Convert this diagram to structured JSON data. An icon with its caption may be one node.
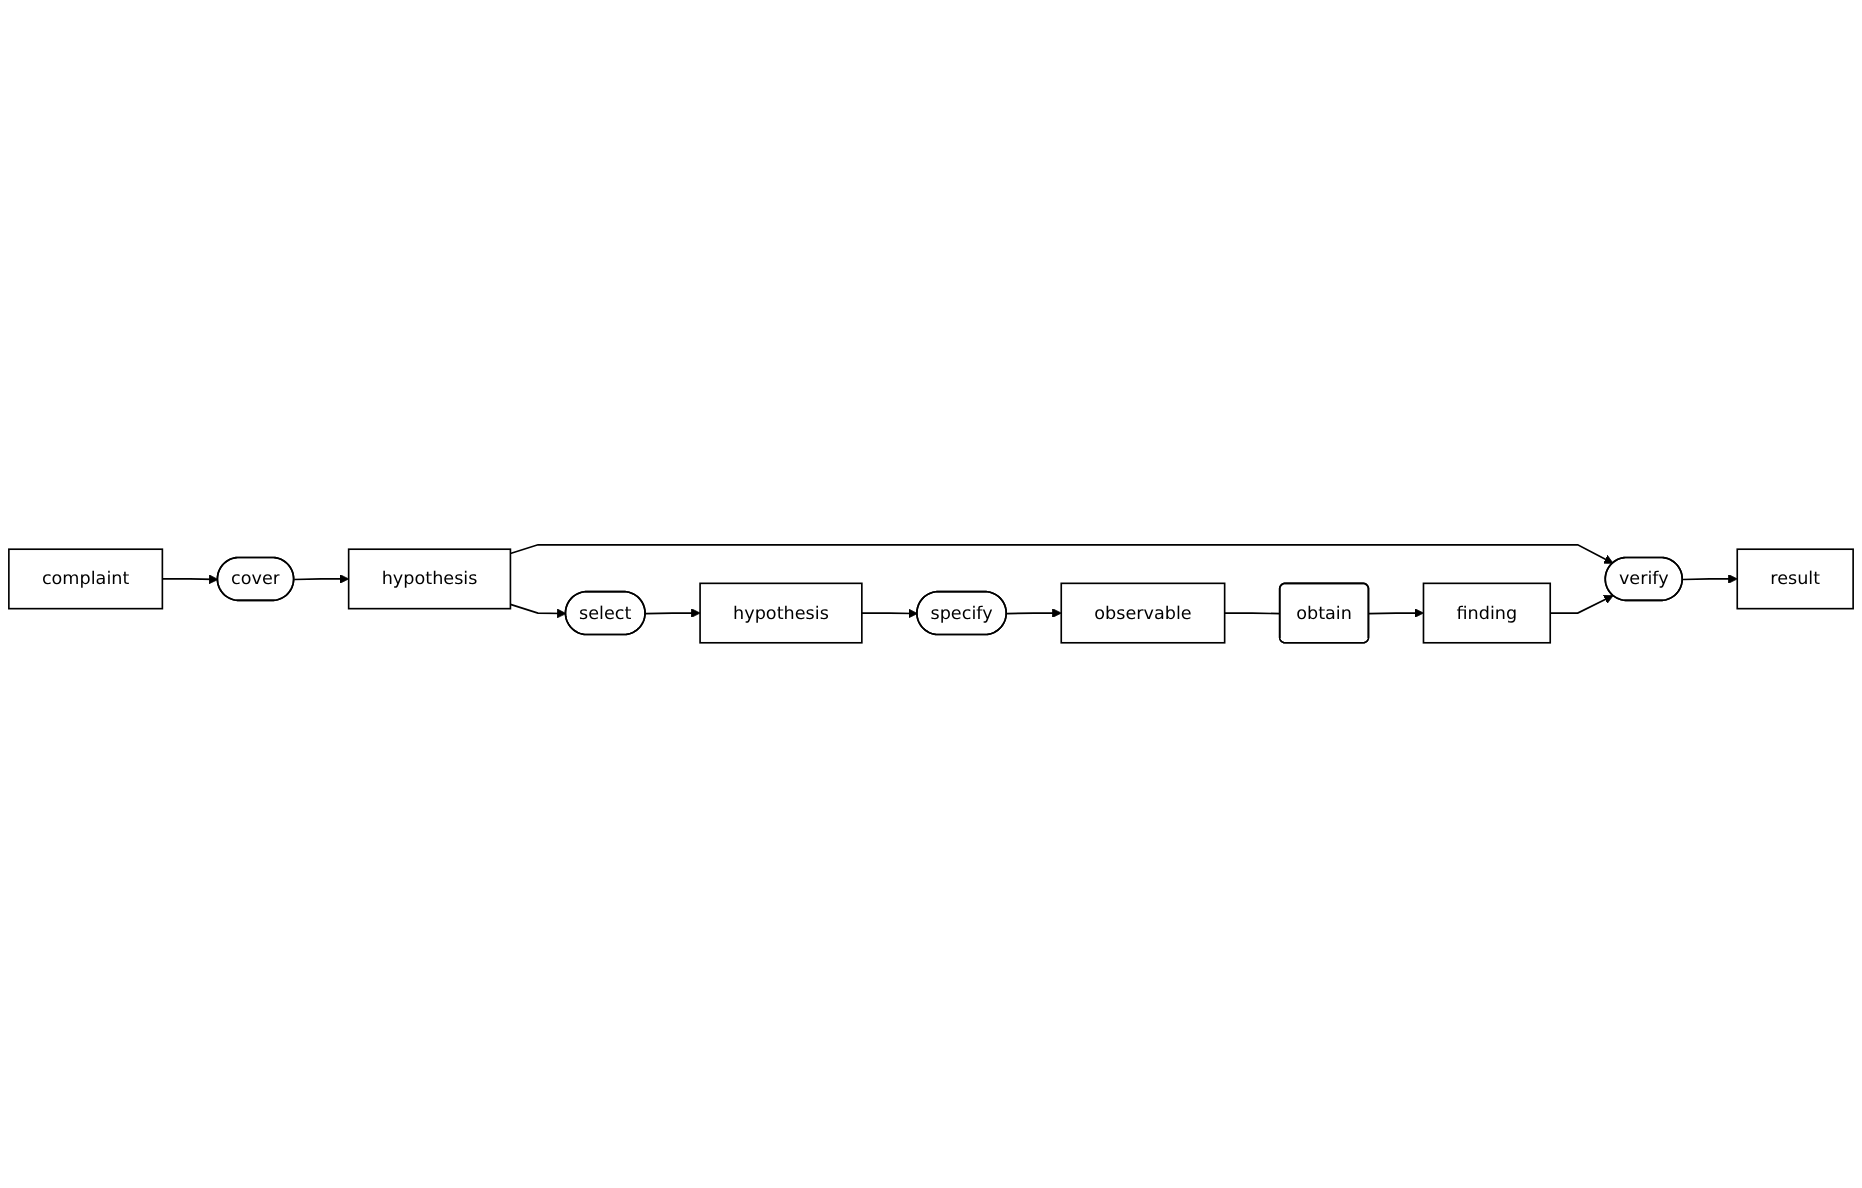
{
  "diagram": {
    "nodes": [
      {
        "text": [
          "hypothesis"
        ]
      },
      {
        "text": [
          "specify"
        ]
      },
      {
        "text": [
          "observable"
        ]
      },
      {
        "text": [
          "complaint"
        ]
      },
      {
        "text": [
          "select"
        ]
      },
      {
        "text": [
          "obtain"
        ]
      },
      {
        "text": [
          "cover"
        ]
      },
      {
        "text": [
          "hypothesis"
        ]
      },
      {
        "text": [
          "verify"
        ]
      },
      {
        "text": [
          "finding"
        ]
      },
      {
        "text": [
          "result"
        ]
      }
    ],
    "edges": [
      {
        "from": 0,
        "to": 1,
        "arrow": "to"
      },
      {
        "from": 1,
        "to": 2,
        "arrow": "to"
      },
      {
        "from": 2,
        "to": 5,
        "arrow": "none"
      },
      {
        "from": 5,
        "to": 9,
        "arrow": "to"
      },
      {
        "from": 3,
        "to": 6,
        "arrow": "to"
      },
      {
        "from": 6,
        "to": 7,
        "arrow": "to"
      },
      {
        "from": 7,
        "to": 4,
        "arrow": "to"
      },
      {
        "from": 4,
        "to": 0,
        "arrow": "to"
      },
      {
        "from": 7,
        "to": 8,
        "arrow": "to"
      },
      {
        "from": 9,
        "to": 8,
        "arrow": "to"
      },
      {
        "from": 8,
        "to": 10,
        "arrow": "to"
      }
    ]
  }
}
